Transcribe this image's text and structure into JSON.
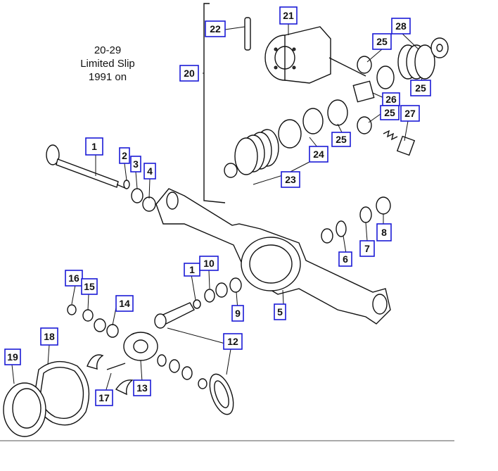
{
  "caption": {
    "line1": "20-29",
    "line2": "Limited  Slip",
    "line3": "1991 on"
  },
  "callouts": [
    "22",
    "21",
    "28",
    "25",
    "20",
    "25",
    "26",
    "25",
    "27",
    "25",
    "24",
    "23",
    "1",
    "2",
    "3",
    "4",
    "8",
    "6",
    "7",
    "1",
    "10",
    "9",
    "5",
    "16",
    "15",
    "14",
    "12",
    "18",
    "19",
    "17",
    "13"
  ],
  "colors": {
    "callout_border": "#1a1ad6",
    "ink": "#111111"
  }
}
